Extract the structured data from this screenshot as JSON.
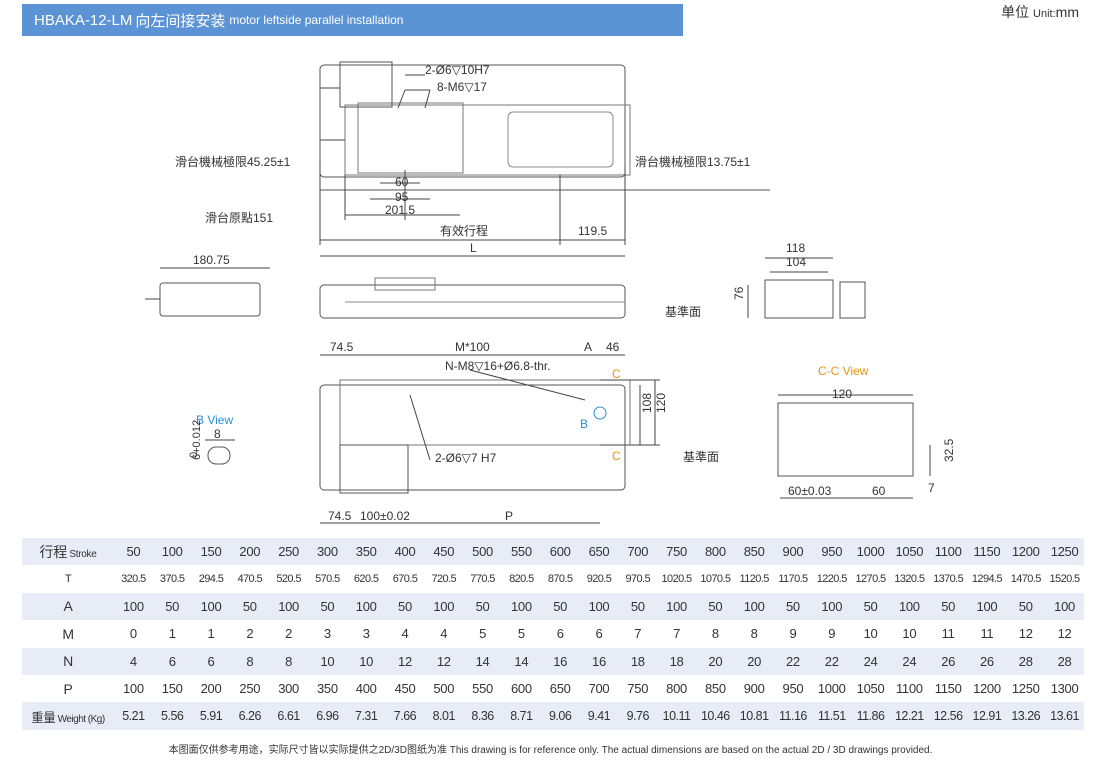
{
  "title": {
    "model": "HBAKA-12-LM",
    "cn": "向左间接安装",
    "en": "motor leftside parallel installation"
  },
  "unit": {
    "cn": "单位",
    "en": "Unit:",
    "value": "mm"
  },
  "drawing": {
    "hole_a": "2-Ø6▽10H7",
    "hole_b": "8-M6▽17",
    "limit_left": "滑台機械極限45.25±1",
    "limit_right": "滑台機械極限13.75±1",
    "origin": "滑台原點151",
    "dim_60": "60",
    "dim_95": "95",
    "dim_2015": "201.5",
    "effective_stroke": "有效行程",
    "dim_1195": "119.5",
    "dim_L": "L",
    "dim_18075": "180.75",
    "dim_118": "118",
    "dim_104": "104",
    "dim_76": "76",
    "datum_1": "基準面",
    "dim_745_top": "74.5",
    "dim_M100": "M*100",
    "dim_A": "A",
    "dim_46": "46",
    "hole_c": "N-M8▽16+Ø6.8-thr.",
    "mark_C": "C",
    "dim_108": "108",
    "dim_120_v": "120",
    "mark_B": "B",
    "hole_d": "2-Ø6▽7 H7",
    "dim_745_bot": "74.5",
    "dim_100_tol": "100±0.02",
    "dim_P": "P",
    "b_view": "B View",
    "b_dim_8": "8",
    "b_dim_6": "6+0.012",
    "b_dim_6b": "0",
    "cc_view": "C-C View",
    "dim_120_h": "120",
    "datum_2": "基準面",
    "dim_325": "32.5",
    "dim_60_tol": "60±0.03",
    "dim_60_b": "60",
    "dim_7": "7",
    "accent_blue": "#5b93d5",
    "accent_orange": "#e8950f",
    "accent_cyan": "#2a8fd6"
  },
  "table": {
    "headers": {
      "stroke_cn": "行程",
      "stroke_en": "Stroke",
      "t": "T",
      "a": "A",
      "m": "M",
      "n": "N",
      "p": "P",
      "weight_cn": "重量",
      "weight_en": "Weight (Kg)"
    },
    "stroke": [
      "50",
      "100",
      "150",
      "200",
      "250",
      "300",
      "350",
      "400",
      "450",
      "500",
      "550",
      "600",
      "650",
      "700",
      "750",
      "800",
      "850",
      "900",
      "950",
      "1000",
      "1050",
      "1100",
      "1150",
      "1200",
      "1250"
    ],
    "t": [
      "320.5",
      "370.5",
      "294.5",
      "470.5",
      "520.5",
      "570.5",
      "620.5",
      "670.5",
      "720.5",
      "770.5",
      "820.5",
      "870.5",
      "920.5",
      "970.5",
      "1020.5",
      "1070.5",
      "1120.5",
      "1170.5",
      "1220.5",
      "1270.5",
      "1320.5",
      "1370.5",
      "1294.5",
      "1470.5",
      "1520.5"
    ],
    "a": [
      "100",
      "50",
      "100",
      "50",
      "100",
      "50",
      "100",
      "50",
      "100",
      "50",
      "100",
      "50",
      "100",
      "50",
      "100",
      "50",
      "100",
      "50",
      "100",
      "50",
      "100",
      "50",
      "100",
      "50",
      "100"
    ],
    "m": [
      "0",
      "1",
      "1",
      "2",
      "2",
      "3",
      "3",
      "4",
      "4",
      "5",
      "5",
      "6",
      "6",
      "7",
      "7",
      "8",
      "8",
      "9",
      "9",
      "10",
      "10",
      "11",
      "11",
      "12",
      "12"
    ],
    "n": [
      "4",
      "6",
      "6",
      "8",
      "8",
      "10",
      "10",
      "12",
      "12",
      "14",
      "14",
      "16",
      "16",
      "18",
      "18",
      "20",
      "20",
      "22",
      "22",
      "24",
      "24",
      "26",
      "26",
      "28",
      "28"
    ],
    "p": [
      "100",
      "150",
      "200",
      "250",
      "300",
      "350",
      "400",
      "450",
      "500",
      "550",
      "600",
      "650",
      "700",
      "750",
      "800",
      "850",
      "900",
      "950",
      "1000",
      "1050",
      "1100",
      "1150",
      "1200",
      "1250",
      "1300"
    ],
    "weight": [
      "5.21",
      "5.56",
      "5.91",
      "6.26",
      "6.61",
      "6.96",
      "7.31",
      "7.66",
      "8.01",
      "8.36",
      "8.71",
      "9.06",
      "9.41",
      "9.76",
      "10.11",
      "10.46",
      "10.81",
      "11.16",
      "11.51",
      "11.86",
      "12.21",
      "12.56",
      "12.91",
      "13.26",
      "13.61"
    ]
  },
  "footnote": "本图面仅供参考用途，实际尺寸皆以实际提供之2D/3D图纸为准 This drawing is for reference only. The actual dimensions are based on the actual 2D / 3D drawings provided."
}
